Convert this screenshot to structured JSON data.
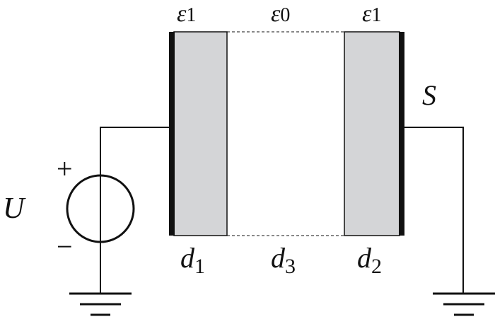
{
  "labels": {
    "eps_left": {
      "symbol": "ε",
      "sub": "1"
    },
    "eps_mid": {
      "symbol": "ε",
      "sub": "0"
    },
    "eps_right": {
      "symbol": "ε",
      "sub": "1"
    },
    "d_left": {
      "symbol": "d",
      "sub": "1"
    },
    "d_mid": {
      "symbol": "d",
      "sub": "3"
    },
    "d_right": {
      "symbol": "d",
      "sub": "2"
    },
    "area": "S",
    "voltage": "U",
    "plus": "+",
    "minus": "−"
  },
  "colors": {
    "dielectric": "#d4d5d7",
    "line": "#111111"
  }
}
